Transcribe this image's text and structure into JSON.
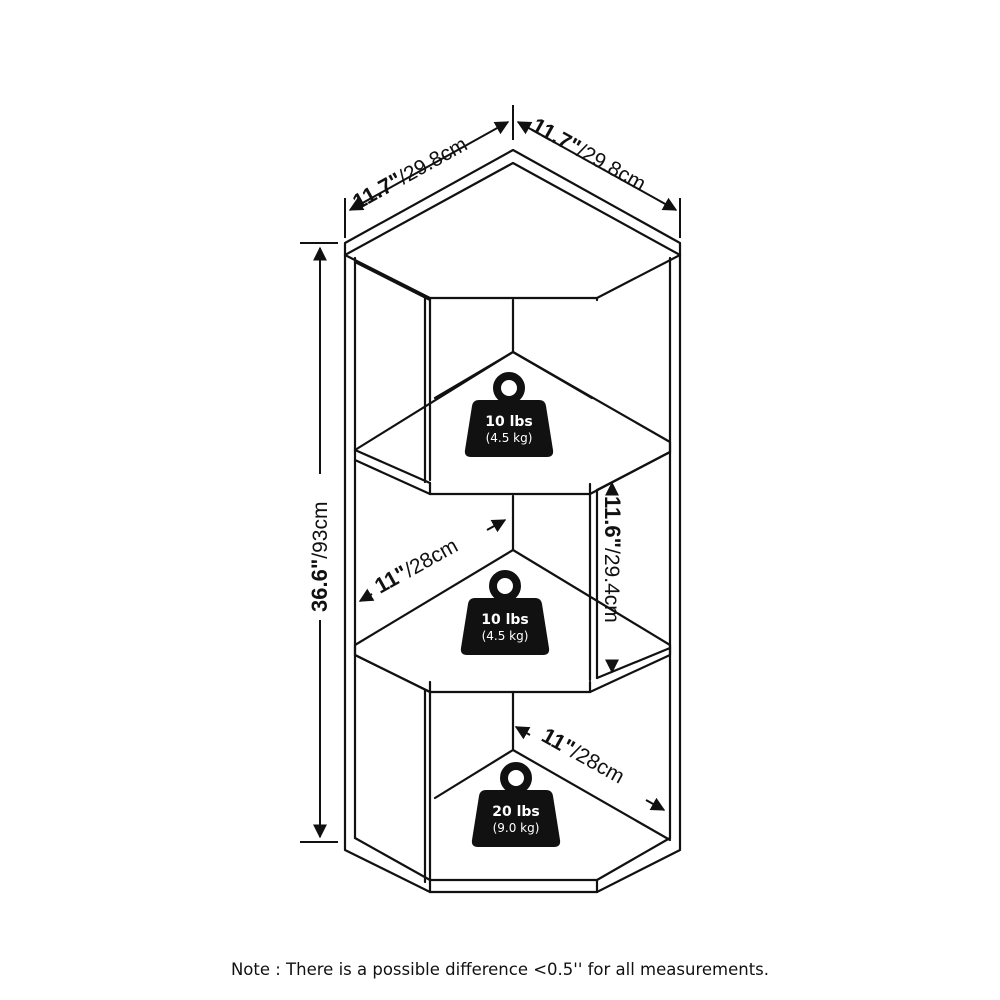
{
  "dimensions": {
    "top_left": {
      "imperial": "11.7\"",
      "metric": "/29.8cm"
    },
    "top_right": {
      "imperial": "11.7\"",
      "metric": "/29.8cm"
    },
    "height": {
      "imperial": "36.6\"",
      "metric": "/93cm"
    },
    "shelf_spacing": {
      "imperial": "11.6\"",
      "metric": "/29.4cm"
    },
    "middle_depth": {
      "imperial": "11\"",
      "metric": "/28cm"
    },
    "bottom_depth": {
      "imperial": "11\"",
      "metric": "/28cm"
    }
  },
  "weights": [
    {
      "capacity": "10 lbs",
      "metric": "(4.5 kg)"
    },
    {
      "capacity": "10 lbs",
      "metric": "(4.5 kg)"
    },
    {
      "capacity": "20 lbs",
      "metric": "(9.0 kg)"
    }
  ],
  "note": "Note : There is a possible difference <0.5'' for all measurements."
}
